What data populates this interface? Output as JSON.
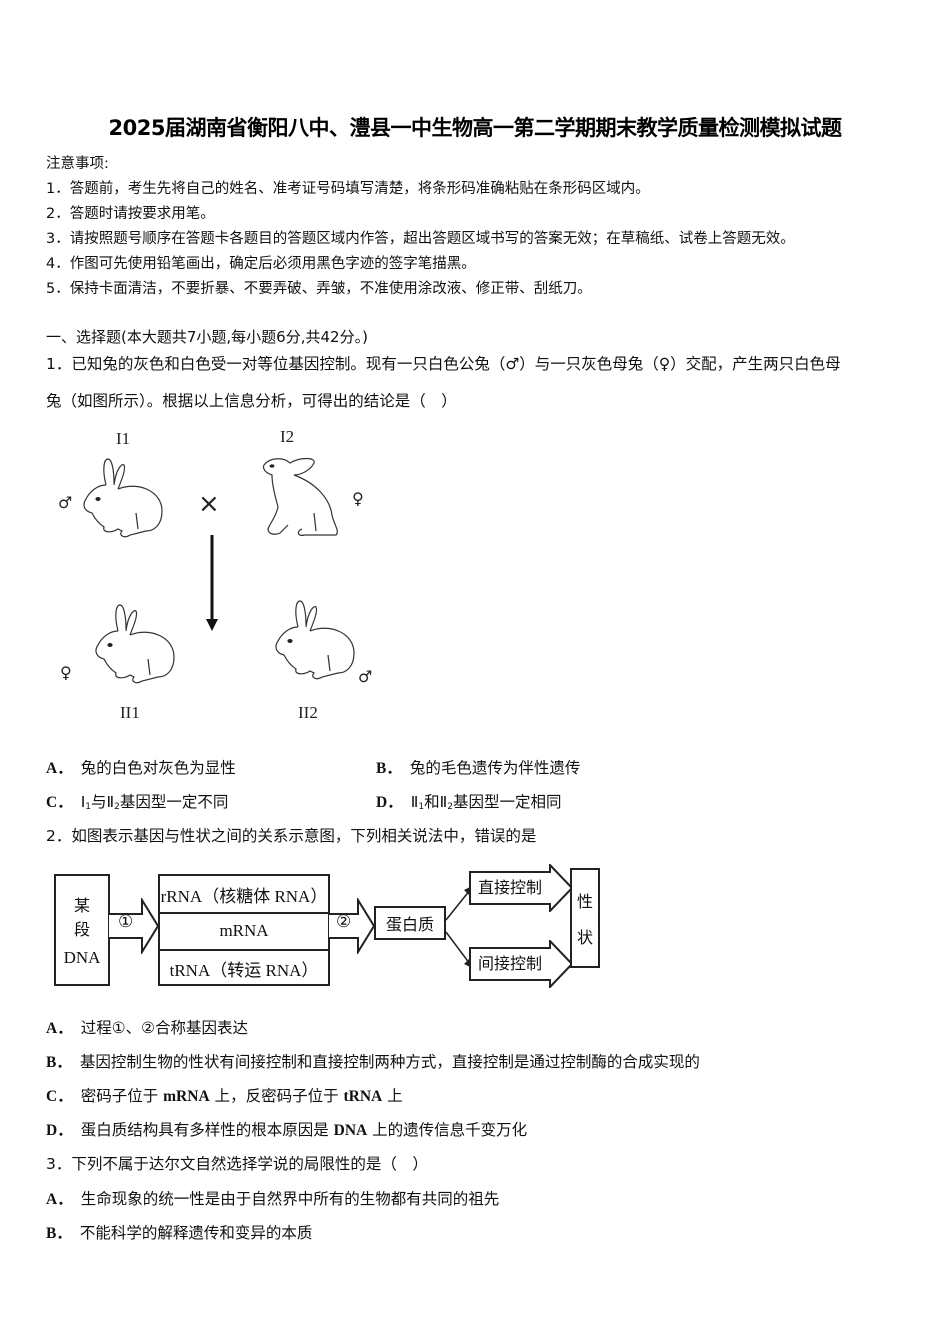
{
  "document": {
    "title": "2025届湖南省衡阳八中、澧县一中生物高一第二学期期末教学质量检测模拟试题",
    "notice": {
      "heading": "注意事项:",
      "items": [
        "1．答题前，考生先将自己的姓名、准考证号码填写清楚，将条形码准确粘贴在条形码区域内。",
        "2．答题时请按要求用笔。",
        "3．请按照题号顺序在答题卡各题目的答题区域内作答，超出答题区域书写的答案无效；在草稿纸、试卷上答题无效。",
        "4．作图可先使用铅笔画出，确定后必须用黑色字迹的签字笔描黑。",
        "5．保持卡面清洁，不要折暴、不要弄破、弄皱，不准使用涂改液、修正带、刮纸刀。"
      ]
    },
    "section": "一、选择题(本大题共7小题,每小题6分,共42分。)",
    "questions": [
      {
        "number": "1．",
        "text_line1": "已知兔的灰色和白色受一对等位基因控制。现有一只白色公兔（♂）与一只灰色母兔（♀）交配，产生两只白色母",
        "text_line2": "兔（如图所示）。根据以上信息分析，可得出的结论是（　）",
        "figure": {
          "labels": {
            "p1": "I1",
            "p2": "I2",
            "c1": "II1",
            "c2": "II2"
          },
          "sex": {
            "p1": "♂",
            "p2": "♀",
            "c1": "♀",
            "c2": "♂"
          },
          "cross_symbol": "×"
        },
        "options": [
          {
            "label": "A．",
            "text": "兔的白色对灰色为显性"
          },
          {
            "label": "B．",
            "text": "兔的毛色遗传为伴性遗传"
          },
          {
            "label": "C．",
            "pre": "Ⅰ",
            "sub1": "1",
            "mid": "与Ⅱ",
            "sub2": "2",
            "post": "基因型一定不同"
          },
          {
            "label": "D．",
            "pre": "Ⅱ",
            "sub1": "1",
            "mid": "和Ⅱ",
            "sub2": "2",
            "post": "基因型一定相同"
          }
        ]
      },
      {
        "number": "2．",
        "text": "如图表示基因与性状之间的关系示意图，下列相关说法中，错误的是",
        "figure": {
          "dna_box": [
            "某",
            "段",
            "DNA"
          ],
          "step1": "①",
          "step2": "②",
          "rna_rows": [
            "rRNA（核糖体 RNA）",
            "mRNA",
            "tRNA（转运 RNA）"
          ],
          "protein": "蛋白质",
          "direct": "直接控制",
          "indirect": "间接控制",
          "trait": [
            "性",
            "状"
          ]
        },
        "options": [
          {
            "label": "A．",
            "text": "过程①、②合称基因表达"
          },
          {
            "label": "B．",
            "text": "基因控制生物的性状有间接控制和直接控制两种方式，直接控制是通过控制酶的合成实现的"
          },
          {
            "label": "C．",
            "t1": "密码子位于 ",
            "b1": "mRNA",
            "t2": " 上，反密码子位于 ",
            "b2": "tRNA",
            "t3": " 上"
          },
          {
            "label": "D．",
            "t1": "蛋白质结构具有多样性的根本原因是 ",
            "b1": "DNA",
            "t2": " 上的遗传信息千变万化"
          }
        ]
      },
      {
        "number": "3．",
        "text": "下列不属于达尔文自然选择学说的局限性的是（　）",
        "options": [
          {
            "label": "A．",
            "text": "生命现象的统一性是由于自然界中所有的生物都有共同的祖先"
          },
          {
            "label": "B．",
            "text": "不能科学的解释遗传和变异的本质"
          }
        ]
      }
    ]
  }
}
